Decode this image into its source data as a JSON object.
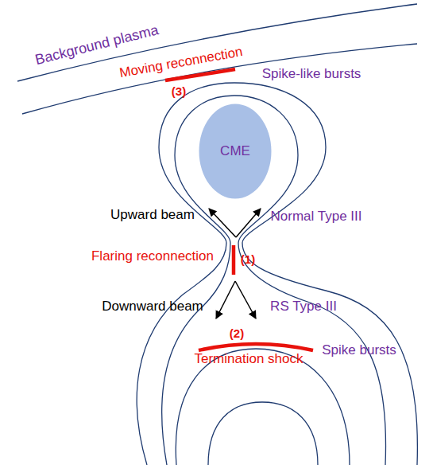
{
  "diagram": {
    "nodes": [
      {
        "text": [
          "CME"
        ]
      }
    ],
    "labels": [
      "Background plasma",
      "Moving reconnection",
      "(3)",
      "Spike-like bursts",
      "Upward beam",
      "Normal Type III",
      "Flaring reconnection",
      "(1)",
      "Downward beam",
      "RS Type III",
      "(2)",
      "Termination shock",
      "Spike bursts"
    ]
  }
}
